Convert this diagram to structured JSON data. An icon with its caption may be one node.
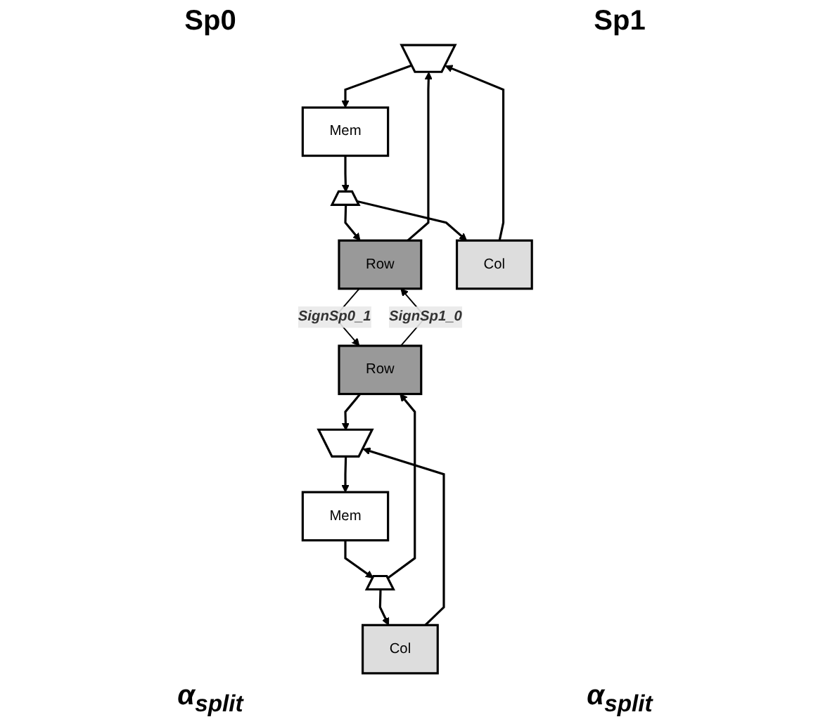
{
  "diagram": {
    "nodes": [
      {
        "text": [],
        "shape": "trapezoid"
      },
      {
        "text": [
          "Mem"
        ]
      },
      {
        "text": [],
        "shape": "trapezoid"
      },
      {
        "text": [
          "Row"
        ]
      },
      {
        "text": [
          "Col"
        ]
      },
      {
        "text": [],
        "shape": "trapezoid"
      },
      {
        "text": [
          "Mem"
        ]
      },
      {
        "text": [],
        "shape": "trapezoid"
      },
      {
        "text": [
          "Row"
        ]
      },
      {
        "text": [
          "Col"
        ]
      }
    ],
    "edges": [
      {
        "from": 0,
        "to": 1,
        "arrow": "to"
      },
      {
        "from": 1,
        "to": 2,
        "arrow": "to"
      },
      {
        "from": 2,
        "to": 3,
        "arrow": "to"
      },
      {
        "from": 2,
        "to": 4,
        "arrow": "to"
      },
      {
        "from": 3,
        "to": 0,
        "arrow": "to"
      },
      {
        "from": 4,
        "to": 0,
        "arrow": "to"
      },
      {
        "from": 5,
        "to": 6,
        "arrow": "to"
      },
      {
        "from": 6,
        "to": 7,
        "arrow": "to"
      },
      {
        "from": 7,
        "to": 8,
        "arrow": "to"
      },
      {
        "from": 7,
        "to": 9,
        "arrow": "to"
      },
      {
        "from": 8,
        "to": 5,
        "arrow": "to"
      },
      {
        "from": 9,
        "to": 5,
        "arrow": "to"
      },
      {
        "from": 3,
        "to": 8,
        "arrow": "to",
        "label": "SignSp0_1"
      },
      {
        "from": 8,
        "to": 3,
        "arrow": "to",
        "label": "SignSp1_0"
      }
    ],
    "labels": [
      "Sp0",
      "Sp1",
      "α$_{split}$",
      "α$_{split}$"
    ]
  }
}
